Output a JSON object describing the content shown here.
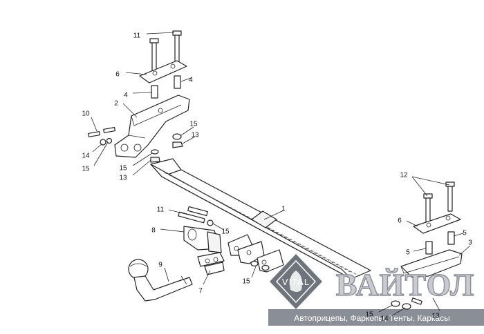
{
  "callouts": [
    {
      "id": "c11a",
      "text": "11"
    },
    {
      "id": "c6a",
      "text": "6"
    },
    {
      "id": "c4a",
      "text": "4"
    },
    {
      "id": "c4b",
      "text": "4"
    },
    {
      "id": "c2",
      "text": "2"
    },
    {
      "id": "c10",
      "text": "10"
    },
    {
      "id": "c14",
      "text": "14"
    },
    {
      "id": "c15a",
      "text": "15"
    },
    {
      "id": "c15b",
      "text": "15"
    },
    {
      "id": "c13a",
      "text": "13"
    },
    {
      "id": "c15c",
      "text": "15"
    },
    {
      "id": "c13b",
      "text": "13"
    },
    {
      "id": "c1",
      "text": "1"
    },
    {
      "id": "c11b",
      "text": "11"
    },
    {
      "id": "c8",
      "text": "8"
    },
    {
      "id": "c15d",
      "text": "15"
    },
    {
      "id": "c9",
      "text": "9"
    },
    {
      "id": "c7",
      "text": "7"
    },
    {
      "id": "c15e",
      "text": "15"
    },
    {
      "id": "c12",
      "text": "12"
    },
    {
      "id": "c6b",
      "text": "6"
    },
    {
      "id": "c5a",
      "text": "5"
    },
    {
      "id": "c5b",
      "text": "5"
    },
    {
      "id": "c3",
      "text": "3"
    },
    {
      "id": "c13c",
      "text": "13"
    },
    {
      "id": "c15f",
      "text": "15"
    },
    {
      "id": "c14b",
      "text": "14"
    }
  ],
  "watermark": {
    "logo_text": "VITAL",
    "brand": "ВАЙТОЛ",
    "tagline": "Автоприцепы, Фаркопы, Тенты, Каркасы",
    "colors": {
      "banner": "#8a8e96",
      "brand_fill": "#c9cbd0",
      "logo": "#6f737b"
    }
  }
}
